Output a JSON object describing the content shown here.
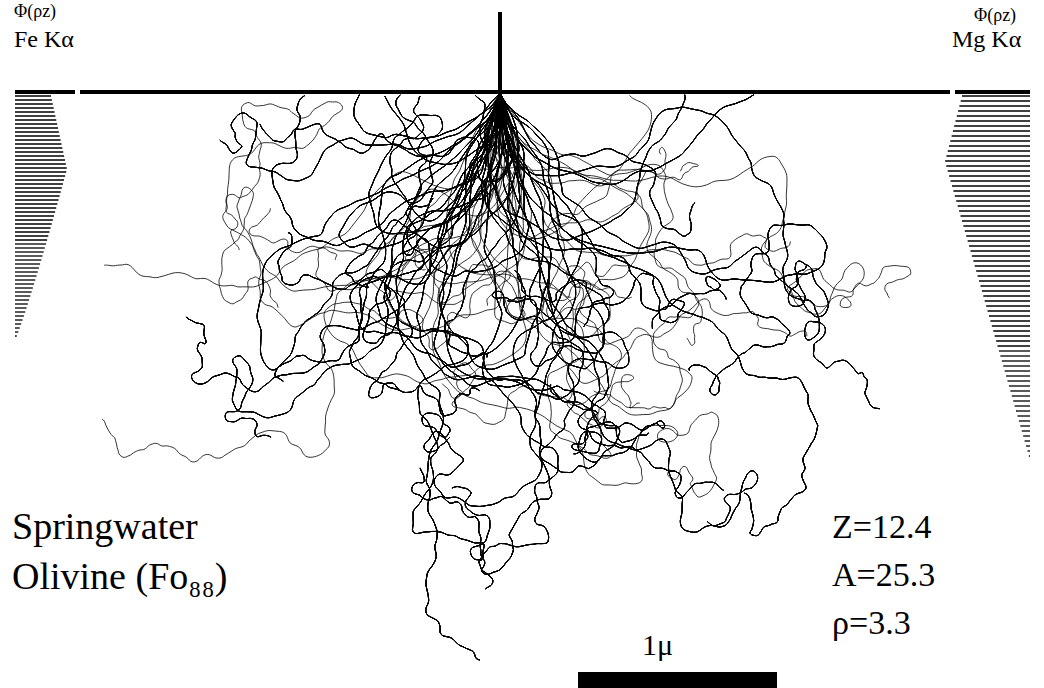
{
  "diagram": {
    "labels": [
      "Φ(ρz)",
      "Fe Kα",
      "Φ(ρz)",
      "Mg Kα",
      "Springwater",
      "Olivine (Fo₈₈)",
      "Z=12.4",
      "A=25.3",
      "ρ=3.3",
      "1μ"
    ]
  }
}
